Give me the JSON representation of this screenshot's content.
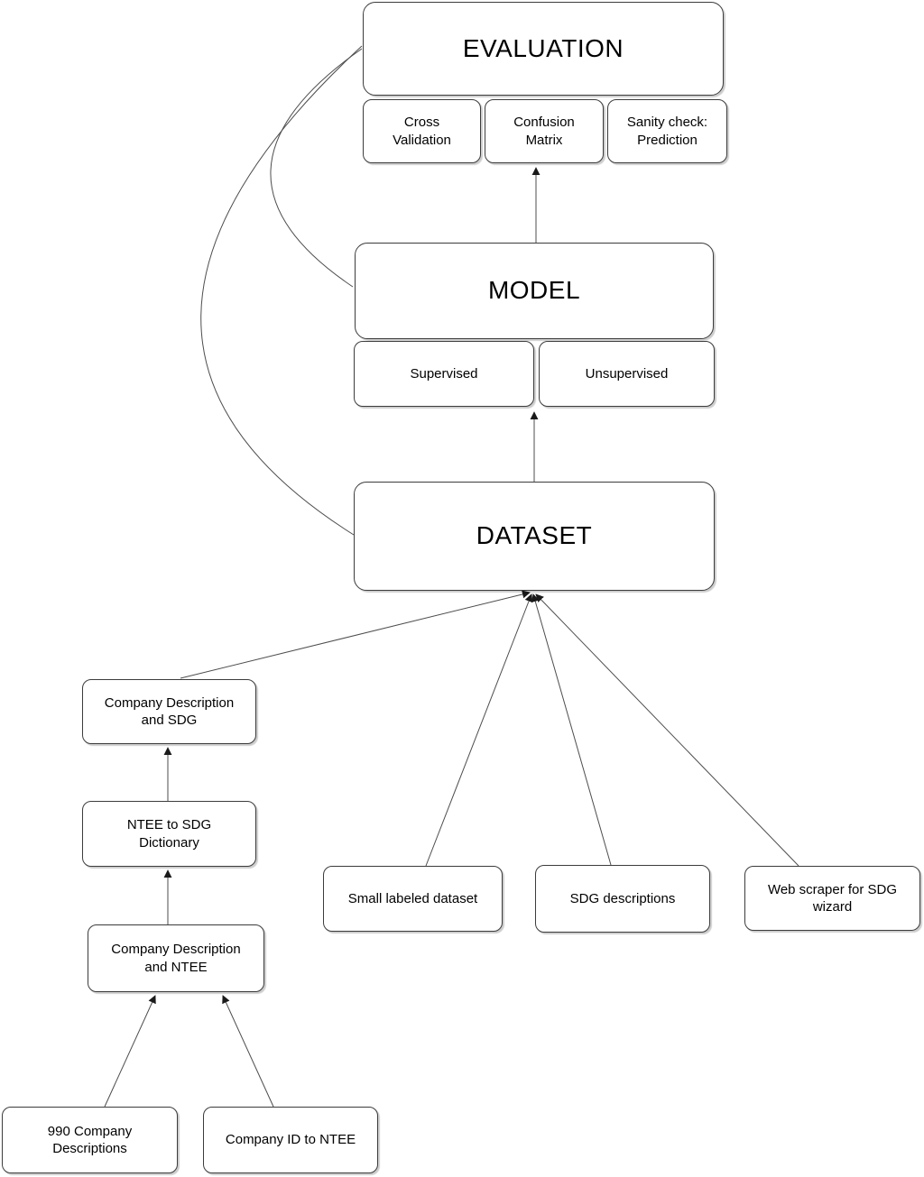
{
  "colors": {
    "background": "#ffffff",
    "node_fill": "#ffffff",
    "node_border": "#000000",
    "connector": "#000000"
  },
  "nodes": {
    "evaluation": {
      "label": "EVALUATION"
    },
    "cross_validation": {
      "label": "Cross\nValidation"
    },
    "confusion_matrix": {
      "label": "Confusion\nMatrix"
    },
    "sanity_check_prediction": {
      "label": "Sanity check:\nPrediction"
    },
    "model": {
      "label": "MODEL"
    },
    "supervised": {
      "label": "Supervised"
    },
    "unsupervised": {
      "label": "Unsupervised"
    },
    "dataset": {
      "label": "DATASET"
    },
    "company_description_and_sdg": {
      "label": "Company Description\nand SDG"
    },
    "ntee_to_sdg_dictionary": {
      "label": "NTEE to SDG\nDictionary"
    },
    "company_description_and_ntee": {
      "label": "Company Description\nand NTEE"
    },
    "company_descriptions_990": {
      "label": "990 Company\nDescriptions"
    },
    "company_id_to_ntee": {
      "label": "Company ID to NTEE"
    },
    "small_labeled_dataset": {
      "label": "Small labeled dataset"
    },
    "sdg_descriptions": {
      "label": "SDG descriptions"
    },
    "web_scraper_for_sdg_wizard": {
      "label": "Web scraper for SDG\nwizard"
    }
  },
  "edges": [
    {
      "from": "model",
      "to": "confusion_matrix",
      "arrowhead": true,
      "curved": false
    },
    {
      "from": "dataset",
      "to": "model",
      "arrowhead": true,
      "curved": false
    },
    {
      "from": "model",
      "to": "evaluation",
      "arrowhead": false,
      "curved": true
    },
    {
      "from": "dataset",
      "to": "evaluation",
      "arrowhead": false,
      "curved": true
    },
    {
      "from": "company_description_and_sdg",
      "to": "dataset",
      "arrowhead": true,
      "curved": false
    },
    {
      "from": "small_labeled_dataset",
      "to": "dataset",
      "arrowhead": true,
      "curved": false
    },
    {
      "from": "sdg_descriptions",
      "to": "dataset",
      "arrowhead": true,
      "curved": false
    },
    {
      "from": "web_scraper_for_sdg_wizard",
      "to": "dataset",
      "arrowhead": true,
      "curved": false
    },
    {
      "from": "ntee_to_sdg_dictionary",
      "to": "company_description_and_sdg",
      "arrowhead": true,
      "curved": false
    },
    {
      "from": "company_description_and_ntee",
      "to": "ntee_to_sdg_dictionary",
      "arrowhead": true,
      "curved": false
    },
    {
      "from": "company_descriptions_990",
      "to": "company_description_and_ntee",
      "arrowhead": true,
      "curved": false
    },
    {
      "from": "company_id_to_ntee",
      "to": "company_description_and_ntee",
      "arrowhead": true,
      "curved": false
    }
  ]
}
